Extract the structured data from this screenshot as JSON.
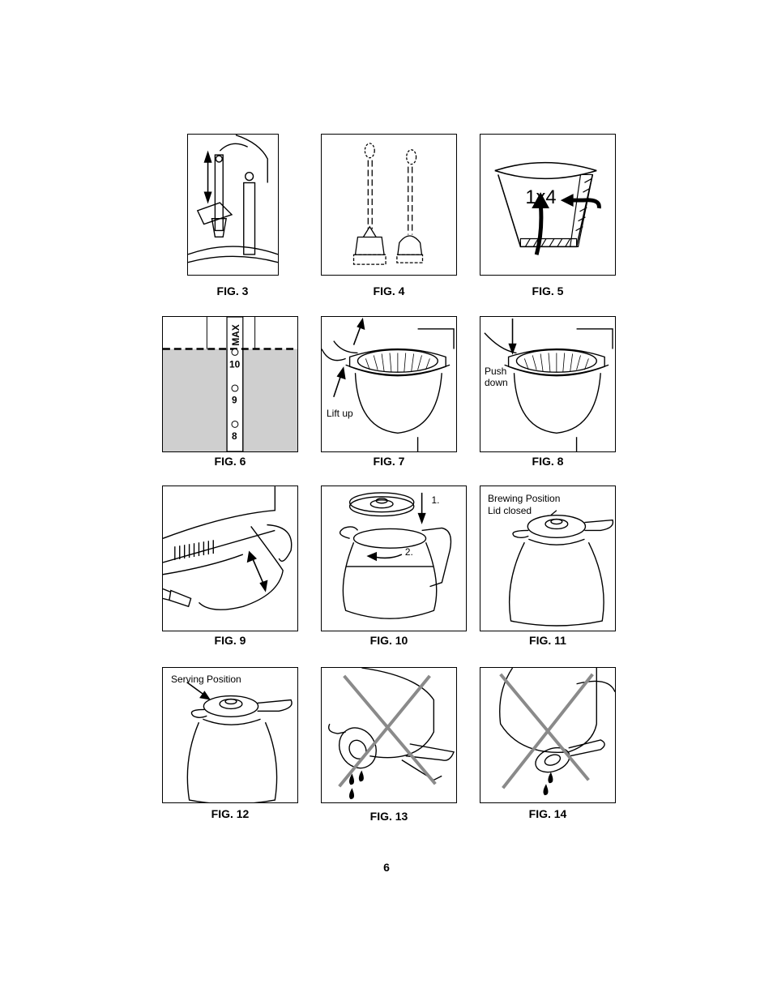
{
  "figures": {
    "fig3": {
      "caption": "FIG. 3"
    },
    "fig4": {
      "caption": "FIG. 4"
    },
    "fig5": {
      "caption": "FIG. 5",
      "text": "1x4"
    },
    "fig6": {
      "caption": "FIG. 6",
      "marks": [
        "MAX",
        "10",
        "9",
        "8"
      ]
    },
    "fig7": {
      "caption": "FIG. 7",
      "label": "Lift up"
    },
    "fig8": {
      "caption": "FIG. 8",
      "label_line1": "Push",
      "label_line2": "down"
    },
    "fig9": {
      "caption": "FIG. 9"
    },
    "fig10": {
      "caption": "FIG. 10",
      "step1": "1.",
      "step2": "2."
    },
    "fig11": {
      "caption": "FIG. 11",
      "label_line1": "Brewing Position",
      "label_line2": "Lid closed"
    },
    "fig12": {
      "caption": "FIG. 12",
      "label": "Serving Position"
    },
    "fig13": {
      "caption": "FIG. 13"
    },
    "fig14": {
      "caption": "FIG. 14"
    }
  },
  "page_number": "6",
  "colors": {
    "line": "#000000",
    "water": "#cfcfcf",
    "cross": "#8a8a8a"
  }
}
